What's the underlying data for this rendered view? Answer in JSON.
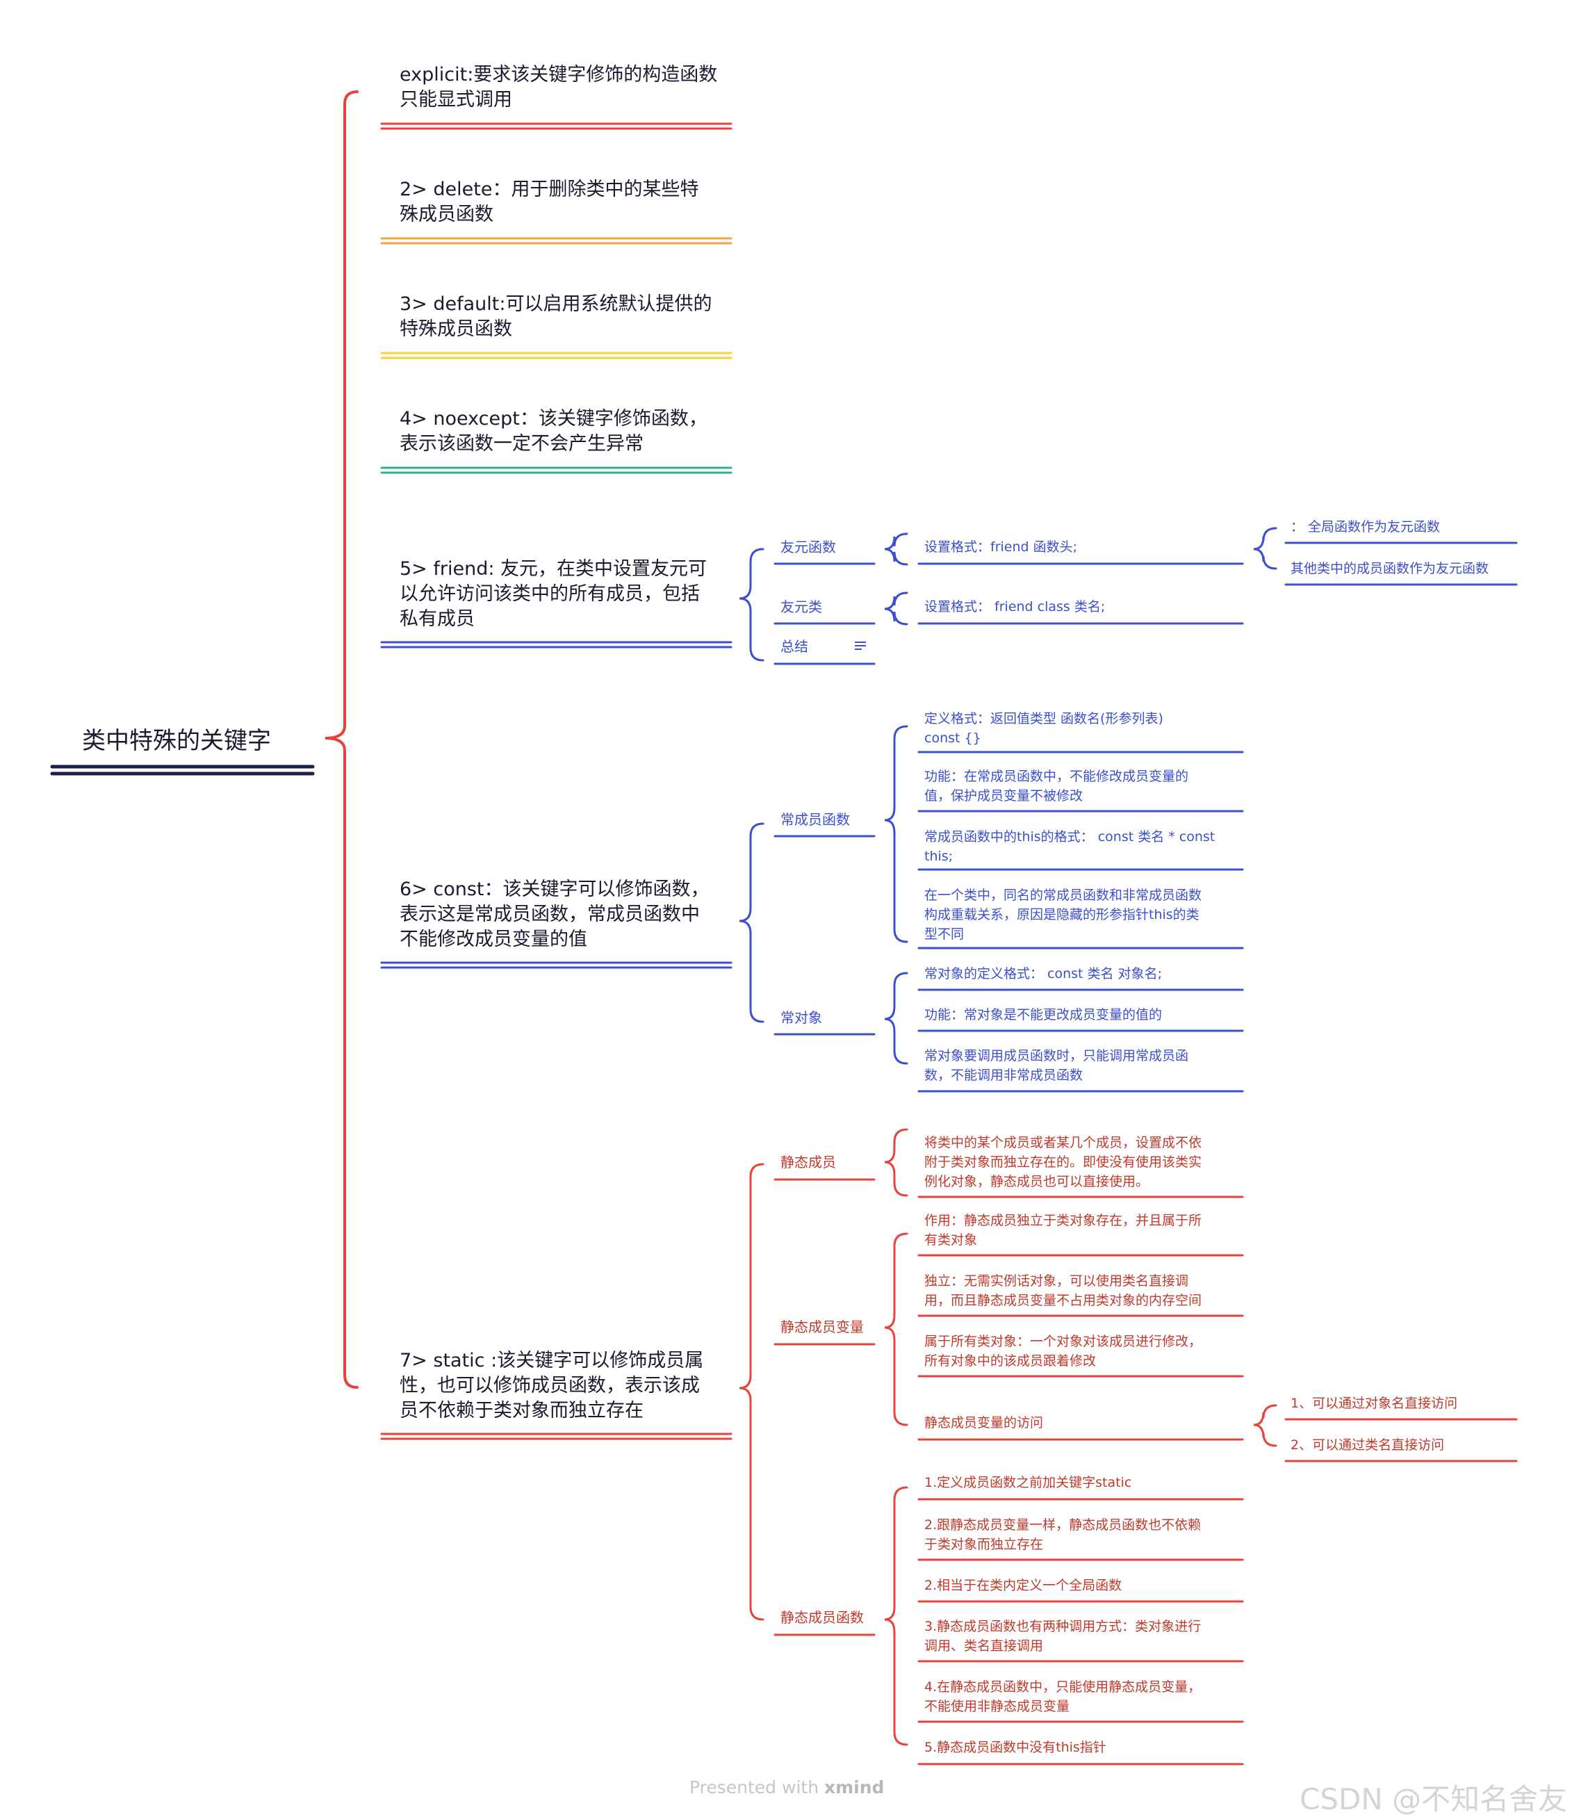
{
  "title": "类中特殊的关键字",
  "colors": {
    "root": "#1a1e4d",
    "red": "#e8433b",
    "orange": "#f2a24a",
    "yellow": "#f5d33a",
    "green": "#2bb38c",
    "blue": "#3b4fcf"
  },
  "branches": [
    {
      "color": "red",
      "lines": [
        "explicit:要求该关键字修饰的构造函数",
        "只能显式调用"
      ]
    },
    {
      "color": "orange",
      "lines": [
        "2>    delete：用于删除类中的某些特",
        "殊成员函数"
      ]
    },
    {
      "color": "yellow",
      "lines": [
        "3>    default:可以启用系统默认提供的",
        "特殊成员函数"
      ]
    },
    {
      "color": "green",
      "lines": [
        "4>    noexcept：该关键字修饰函数，",
        "表示该函数一定不会产生异常"
      ]
    },
    {
      "color": "blue",
      "lines": [
        "5>    friend: 友元，在类中设置友元可",
        "以允许访问该类中的所有成员，包括",
        "私有成员"
      ]
    },
    {
      "color": "blue",
      "lines": [
        "6>    const：该关键字可以修饰函数，",
        "表示这是常成员函数，常成员函数中",
        "不能修改成员变量的值"
      ]
    },
    {
      "color": "red",
      "lines": [
        "7>    static :该关键字可以修饰成员属",
        "性，也可以修饰成员函数，表示该成",
        "员不依赖于类对象而独立存在"
      ]
    }
  ],
  "friend": {
    "items": [
      "友元函数",
      "友元类",
      "总结"
    ],
    "func_format": "设置格式：friend  函数头;",
    "class_format": "设置格式：  friend  class 类名;",
    "func_kinds": [
      "：  全局函数作为友元函数",
      "其他类中的成员函数作为友元函数"
    ],
    "note_icon": "note-icon"
  },
  "const": {
    "member_func": "常成员函数",
    "member_func_items": [
      [
        "定义格式：返回值类型   函数名(形参列表)",
        "const  {}"
      ],
      [
        "功能：在常成员函数中，不能修改成员变量的",
        "值，保护成员变量不被修改"
      ],
      [
        "常成员函数中的this的格式：  const 类名  * const",
        "this;"
      ],
      [
        "在一个类中，同名的常成员函数和非常成员函数",
        "构成重载关系，原因是隐藏的形参指针this的类",
        "型不同"
      ]
    ],
    "object": "常对象",
    "object_items": [
      [
        "常对象的定义格式：   const 类名  对象名;"
      ],
      [
        "功能：常对象是不能更改成员变量的值的"
      ],
      [
        "常对象要调用成员函数时，只能调用常成员函",
        "数，不能调用非常成员函数"
      ]
    ]
  },
  "static": {
    "member": "静态成员",
    "member_items": [
      [
        "将类中的某个成员或者某几个成员，设置成不依",
        "附于类对象而独立存在的。即使没有使用该类实",
        "例化对象，静态成员也可以直接使用。"
      ]
    ],
    "var": "静态成员变量",
    "var_items": [
      [
        "作用：静态成员独立于类对象存在，并且属于所",
        "有类对象"
      ],
      [
        "独立：无需实例话对象，可以使用类名直接调",
        "用，而且静态成员变量不占用类对象的内存空间"
      ],
      [
        "属于所有类对象：一个对象对该成员进行修改，",
        "所有对象中的该成员跟着修改"
      ],
      [
        "静态成员变量的访问"
      ]
    ],
    "access_items": [
      "1、可以通过对象名直接访问",
      "2、可以通过类名直接访问"
    ],
    "func": "静态成员函数",
    "func_items": [
      [
        "1.定义成员函数之前加关键字static"
      ],
      [
        "2.跟静态成员变量一样，静态成员函数也不依赖",
        "于类对象而独立存在"
      ],
      [
        "2.相当于在类内定义一个全局函数"
      ],
      [
        "3.静态成员函数也有两种调用方式：类对象进行",
        "调用、类名直接调用"
      ],
      [
        "4.在静态成员函数中，只能使用静态成员变量，",
        "不能使用非静态成员变量"
      ],
      [
        "5.静态成员函数中没有this指针"
      ]
    ]
  },
  "footer": {
    "presented": "Presented with ",
    "brand": "xmind",
    "csdn": "CSDN @不知名舍友"
  }
}
